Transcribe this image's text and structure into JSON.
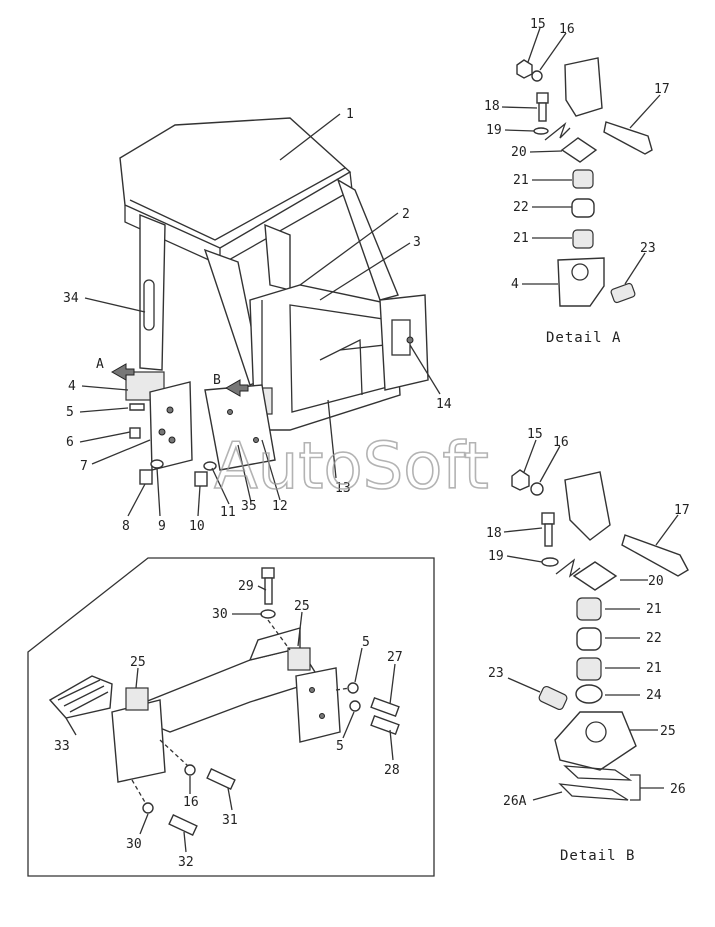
{
  "watermark": "AutoSoft",
  "captions": {
    "detail_a": "Detail A",
    "detail_b": "Detail B"
  },
  "view_markers": [
    "A",
    "B"
  ],
  "callouts": {
    "main": [
      "1",
      "2",
      "3",
      "34",
      "4",
      "5",
      "6",
      "7",
      "8",
      "9",
      "10",
      "11",
      "35",
      "12",
      "13",
      "14"
    ],
    "detail_a": [
      "15",
      "16",
      "17",
      "18",
      "19",
      "20",
      "21",
      "22",
      "21",
      "23",
      "4"
    ],
    "detail_b": [
      "15",
      "16",
      "17",
      "18",
      "19",
      "20",
      "21",
      "22",
      "21",
      "24",
      "23",
      "25",
      "26",
      "26A"
    ],
    "inset": [
      "29",
      "30",
      "25",
      "5",
      "27",
      "25",
      "33",
      "5",
      "28",
      "16",
      "31",
      "30",
      "32"
    ]
  }
}
